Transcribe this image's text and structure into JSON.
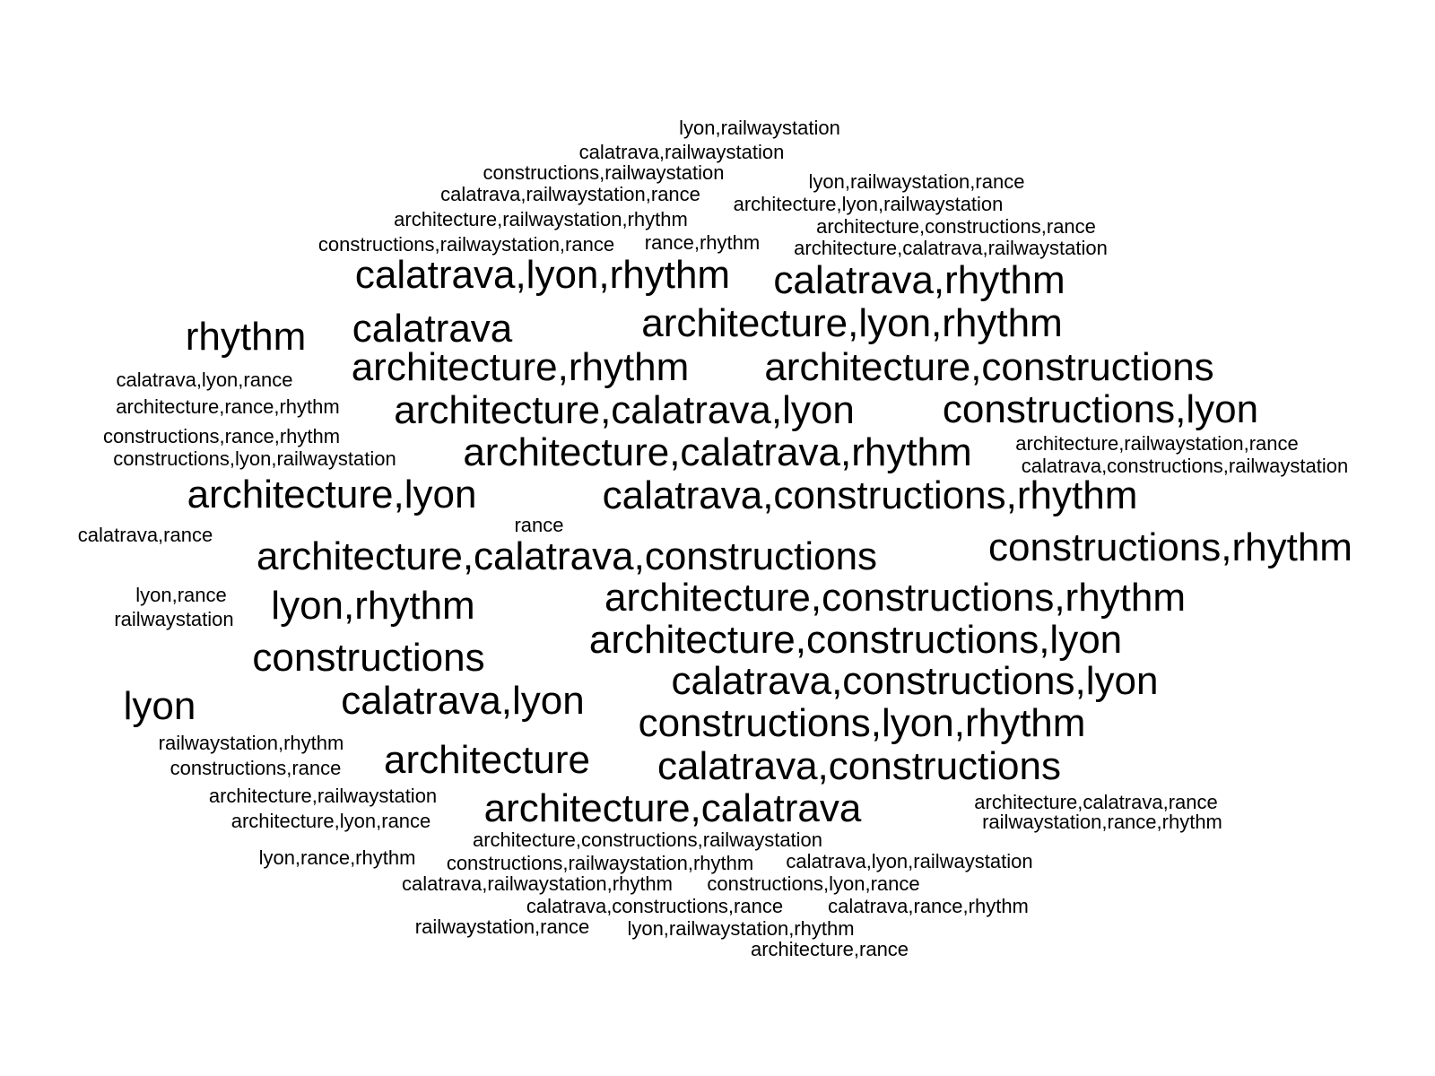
{
  "word_cloud": {
    "text_color": "#000000",
    "background_color": "#ffffff",
    "words": [
      "lyon,railwaystation",
      "calatrava,railwaystation",
      "constructions,railwaystation",
      "lyon,railwaystation,rance",
      "calatrava,railwaystation,rance",
      "architecture,lyon,railwaystation",
      "architecture,railwaystation,rhythm",
      "architecture,constructions,rance",
      "constructions,railwaystation,rance",
      "rance,rhythm",
      "architecture,calatrava,railwaystation",
      "calatrava,lyon,rhythm",
      "calatrava,rhythm",
      "rhythm",
      "calatrava",
      "architecture,lyon,rhythm",
      "architecture,rhythm",
      "architecture,constructions",
      "calatrava,lyon,rance",
      "architecture,rance,rhythm",
      "architecture,calatrava,lyon",
      "constructions,lyon",
      "constructions,rance,rhythm",
      "constructions,lyon,railwaystation",
      "architecture,calatrava,rhythm",
      "architecture,railwaystation,rance",
      "calatrava,constructions,railwaystation",
      "architecture,lyon",
      "calatrava,constructions,rhythm",
      "calatrava,rance",
      "rance",
      "architecture,calatrava,constructions",
      "constructions,rhythm",
      "lyon,rance",
      "railwaystation",
      "lyon,rhythm",
      "architecture,constructions,rhythm",
      "architecture,constructions,lyon",
      "constructions",
      "lyon",
      "calatrava,lyon",
      "calatrava,constructions,lyon",
      "constructions,lyon,rhythm",
      "railwaystation,rhythm",
      "constructions,rance",
      "architecture",
      "calatrava,constructions",
      "architecture,railwaystation",
      "architecture,calatrava",
      "architecture,calatrava,rance",
      "architecture,lyon,rance",
      "railwaystation,rance,rhythm",
      "architecture,constructions,railwaystation",
      "lyon,rance,rhythm",
      "constructions,railwaystation,rhythm",
      "calatrava,lyon,railwaystation",
      "calatrava,railwaystation,rhythm",
      "constructions,lyon,rance",
      "calatrava,constructions,rance",
      "calatrava,rance,rhythm",
      "railwaystation,rance",
      "lyon,railwaystation,rhythm",
      "architecture,rance"
    ]
  }
}
